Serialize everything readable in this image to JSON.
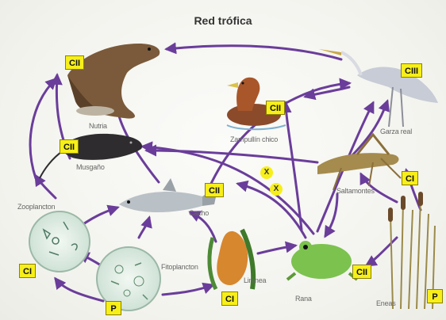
{
  "title": "Red trófica",
  "organisms": {
    "nutria": "Nutria",
    "musgano": "Musgaño",
    "zooplancton": "Zooplancton",
    "cacho": "Cacho",
    "fitoplancton": "Fitoplancton",
    "zampullin": "Zampullín chico",
    "garza": "Garza real",
    "saltamontes": "Saltamontes",
    "limnea": "Limnea",
    "rana": "Rana",
    "eneas": "Eneas"
  },
  "tags": {
    "nutria": "CII",
    "musgano": "CII",
    "zampullin": "CII",
    "garza": "CIII",
    "cacho": "CII",
    "saltamontes": "CI",
    "zooplancton": "CI",
    "fitoplancton": "P",
    "limnea": "CI",
    "rana": "CII",
    "eneas": "P"
  },
  "marks": {
    "x1": "X",
    "x2": "X"
  },
  "colors": {
    "arrow": "#6a3d9a",
    "tag": "#f7ef1a"
  }
}
